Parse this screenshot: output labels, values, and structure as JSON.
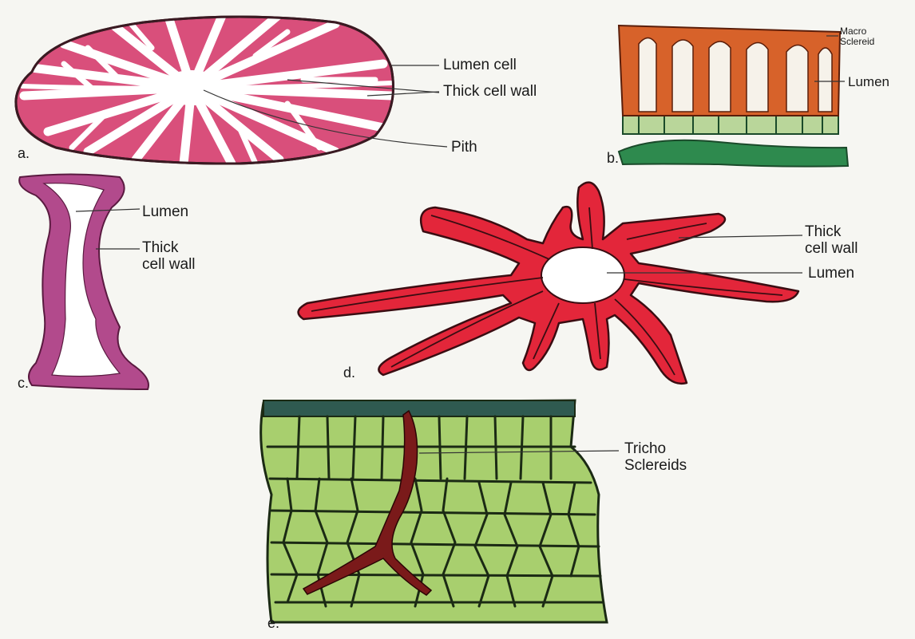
{
  "panels": {
    "a": {
      "letter": "a.",
      "labels": {
        "lumen_cell": "Lumen cell",
        "thick_cell_wall": "Thick cell wall",
        "pith": "Pith"
      },
      "colors": {
        "fill": "#d94f7b",
        "wall": "#ffffff",
        "outline": "#3a1a22"
      }
    },
    "b": {
      "letter": "b.",
      "labels": {
        "macro_sclereid": "Macro\nSclereid",
        "lumen": "Lumen"
      },
      "colors": {
        "sclereid": "#d7622a",
        "tissue": "#2e8a4e",
        "cells": "#b9d69a"
      }
    },
    "c": {
      "letter": "c.",
      "labels": {
        "lumen": "Lumen",
        "thick_cell_wall": "Thick\ncell wall"
      },
      "colors": {
        "wall": "#b24a8c",
        "lumen": "#ffffff"
      }
    },
    "d": {
      "letter": "d.",
      "labels": {
        "thick_cell_wall": "Thick\ncell wall",
        "lumen": "Lumen"
      },
      "colors": {
        "wall": "#e3263a",
        "outline": "#3a0d12"
      }
    },
    "e": {
      "letter": "e.",
      "labels": {
        "tricho_sclereids": "Tricho\nSclereids"
      },
      "colors": {
        "tissue": "#a8cf6e",
        "cell_walls": "#1b2a14",
        "epidermis": "#2f5a50",
        "sclereid": "#7a1a1a"
      }
    }
  }
}
